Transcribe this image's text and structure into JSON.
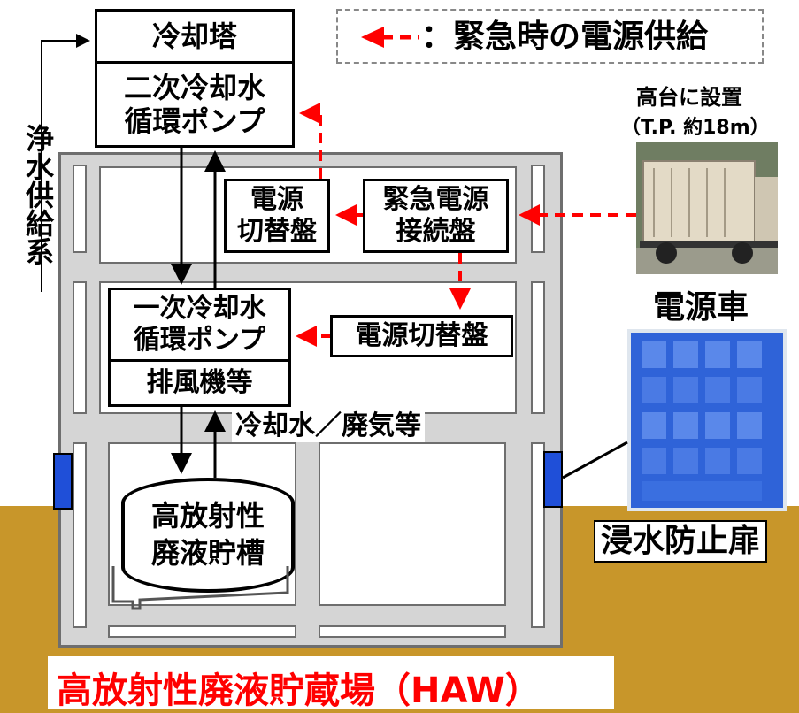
{
  "legend": {
    "text": "：緊急時の電源供給"
  },
  "cooling_tower": "冷却塔",
  "secondary_pump": "二次冷却水\n循環ポンプ",
  "water_supply": "浄水供給系",
  "switchboard_top": "電源\n切替盤",
  "emergency_panel": "緊急電源\n接続盤",
  "primary_pump": "一次冷却水\n循環ポンプ",
  "exhaust": "排風機等",
  "switchboard_mid": "電源切替盤",
  "coolant_label": "冷却水／廃気等",
  "tank": "高放射性\n廃液貯槽",
  "power_vehicle": {
    "location": "高台に設置",
    "elevation": "（T.P. 約18m）",
    "label": "電源車"
  },
  "flood_door": "浸水防止扉",
  "facility_title": "高放射性廃液貯蔵場（HAW）",
  "colors": {
    "emergency": "#ff0000",
    "ground": "#c8962a",
    "door": "#1f4fd8",
    "title": "#ff0000"
  }
}
